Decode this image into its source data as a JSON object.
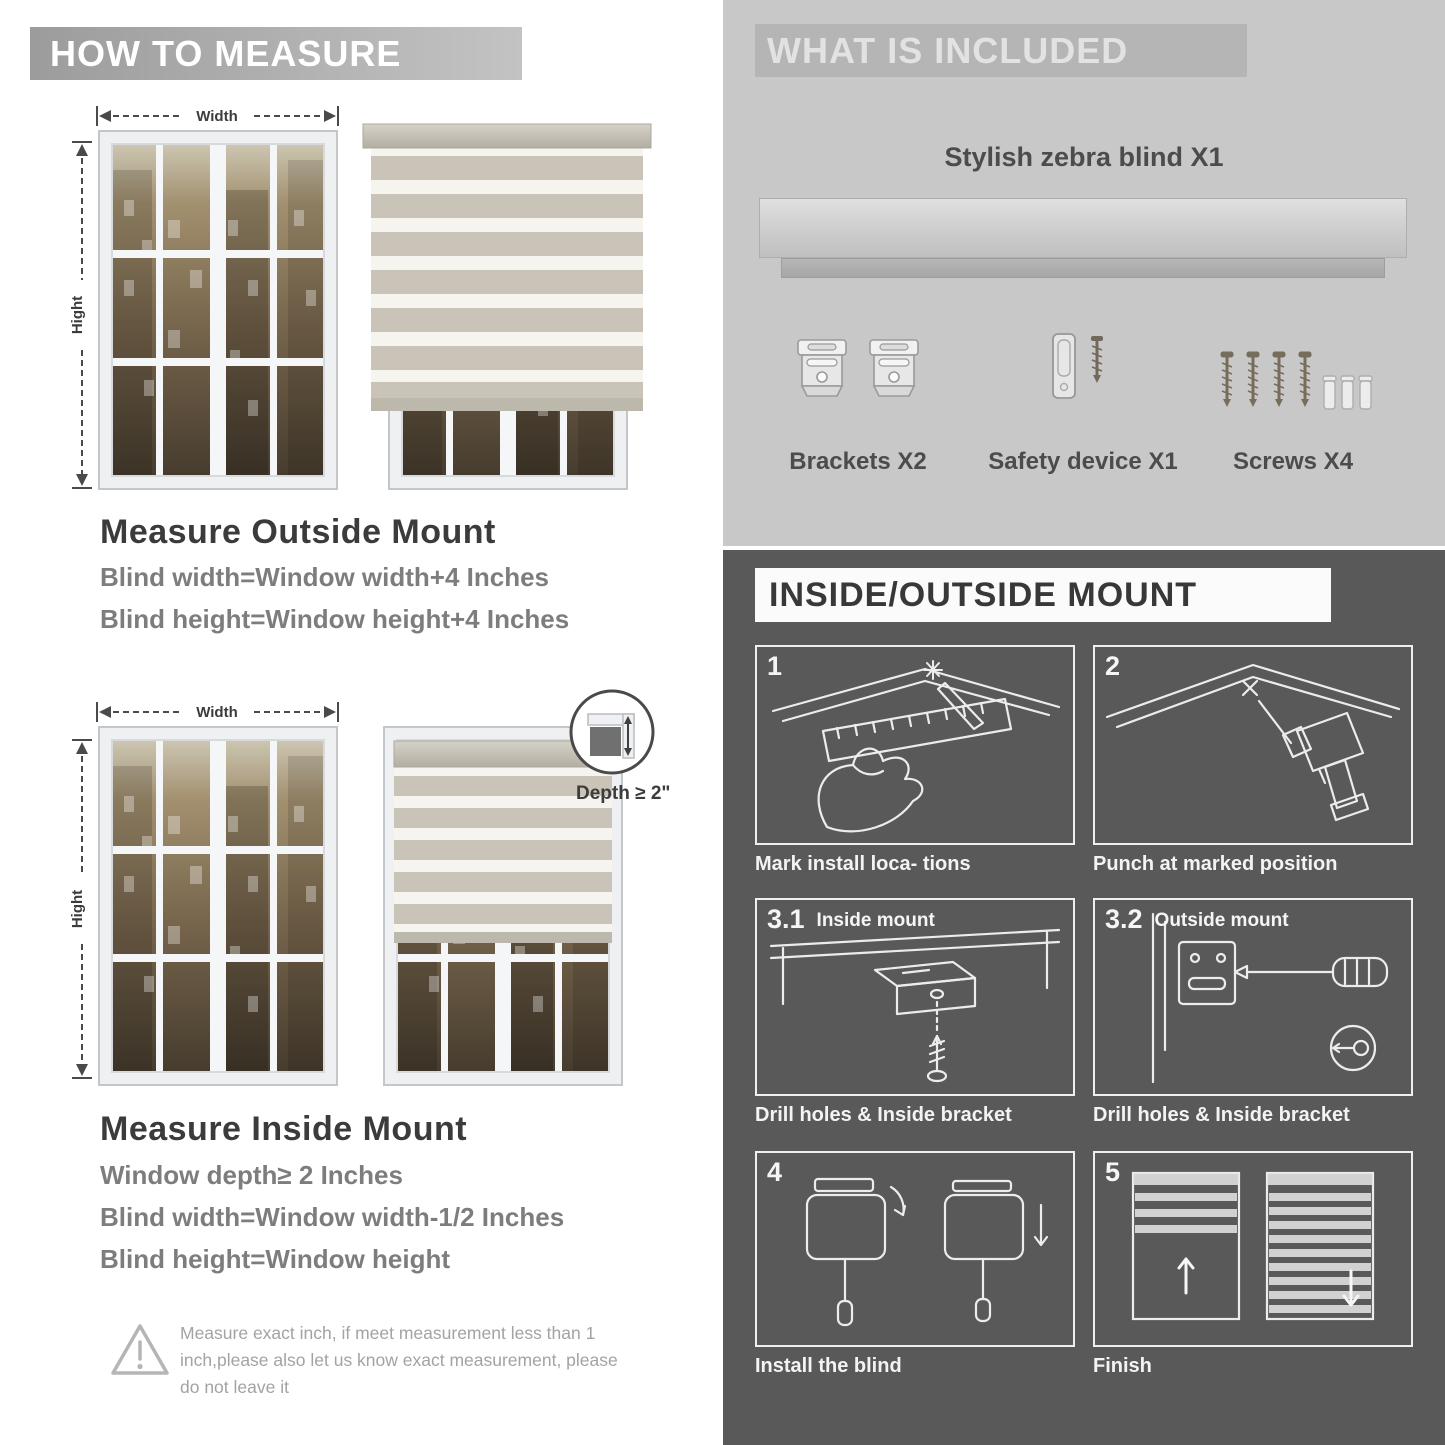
{
  "measure": {
    "header": "HOW TO MEASURE",
    "width_label": "Width",
    "height_label": "Hight",
    "outside": {
      "title": "Measure Outside Mount",
      "lines": [
        "Blind width=Window width+4 Inches",
        "Blind height=Window height+4 Inches"
      ]
    },
    "inside": {
      "title": "Measure Inside Mount",
      "depth_callout": "Depth ≥ 2\"",
      "lines": [
        "Window depth≥ 2 Inches",
        "Blind width=Window width-1/2 Inches",
        "Blind height=Window height"
      ]
    },
    "warning": "Measure exact inch, if meet measurement less than 1 inch,please also let us know exact measurement, please do not leave it"
  },
  "included": {
    "header": "WHAT IS INCLUDED",
    "product": "Stylish zebra blind X1",
    "items": [
      {
        "label": "Brackets X2"
      },
      {
        "label": "Safety device X1"
      },
      {
        "label": "Screws X4"
      }
    ]
  },
  "mount": {
    "header": "INSIDE/OUTSIDE MOUNT",
    "steps": [
      {
        "num": "1",
        "title": "",
        "caption": "Mark install loca- tions"
      },
      {
        "num": "2",
        "title": "",
        "caption": "Punch at  marked position"
      },
      {
        "num": "3.1",
        "title": "Inside mount",
        "caption": "Drill holes &  Inside bracket"
      },
      {
        "num": "3.2",
        "title": "Outside mount",
        "caption": "Drill holes &  Inside bracket"
      },
      {
        "num": "4",
        "title": "",
        "caption": "Install the blind"
      },
      {
        "num": "5",
        "title": "",
        "caption": "Finish"
      }
    ]
  },
  "colors": {
    "left_banner": "#a8a8a8",
    "light_panel": "#c8c8c8",
    "dark_panel": "#595959",
    "title_dark": "#3b3b3b",
    "formula_gray": "#7d7d7d"
  }
}
